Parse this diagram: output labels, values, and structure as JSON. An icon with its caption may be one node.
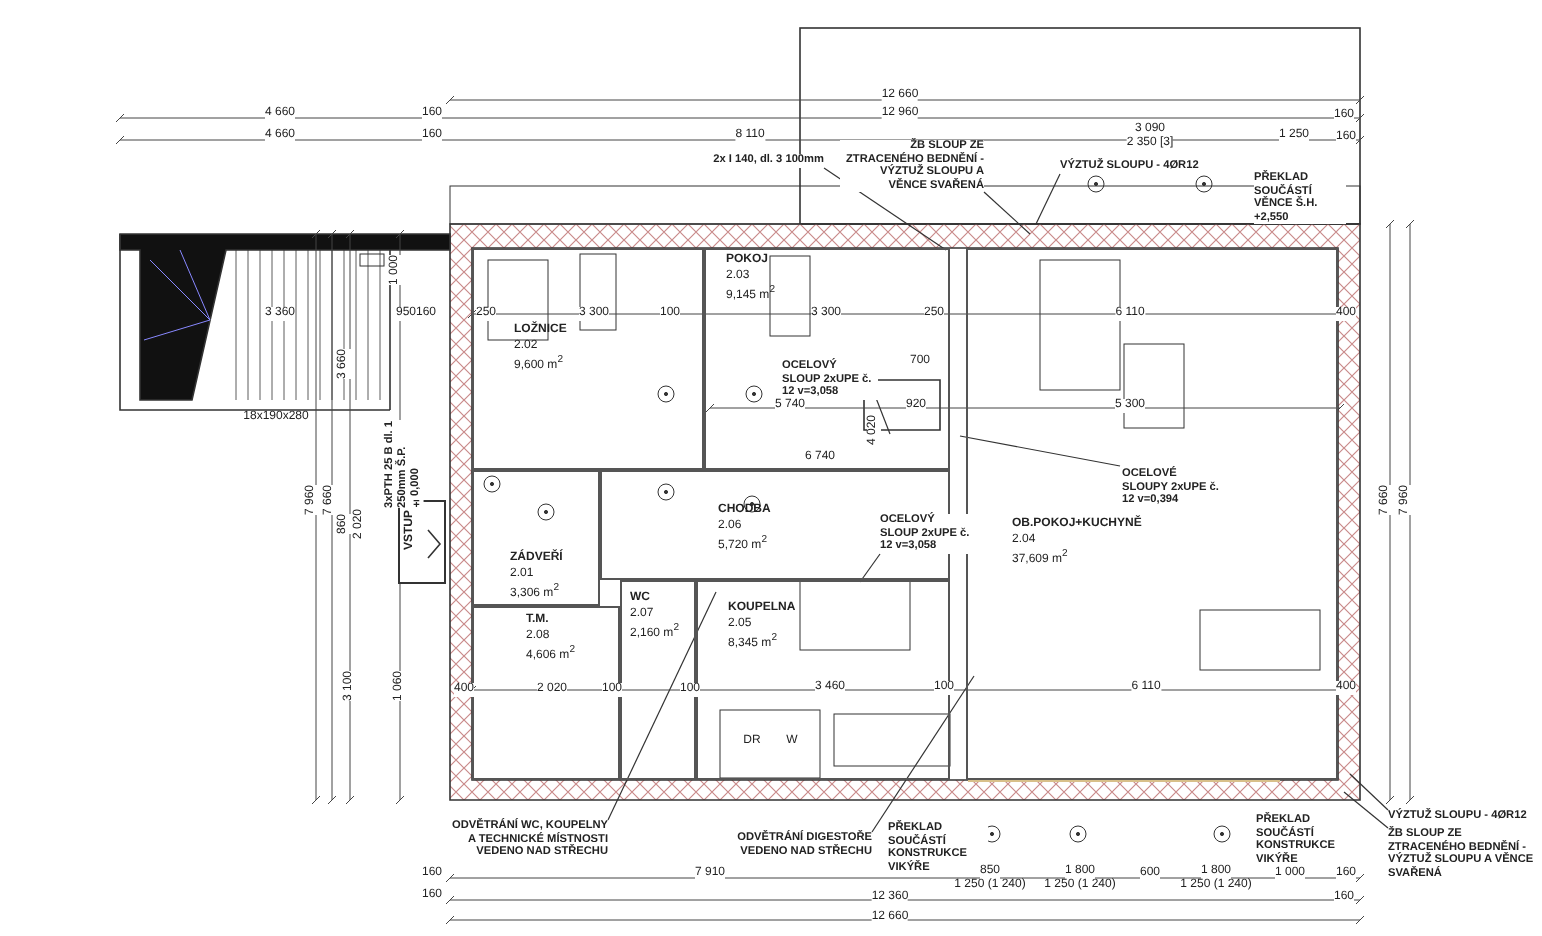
{
  "diagram": {
    "nodes": [
      {
        "text": [
          "LOŽNICE",
          "2.02",
          "9,600 m$^{2}$"
        ]
      },
      {
        "text": [
          "POKOJ",
          "2.03",
          "9,145 m$^{2}$"
        ]
      },
      {
        "text": [
          "CHODBA",
          "2.06",
          "5,720 m$^{2}$"
        ]
      },
      {
        "text": [
          "ZÁDVEŘÍ",
          "2.01",
          "3,306 m$^{2}$"
        ]
      },
      {
        "text": [
          "T.M.",
          "2.08",
          "4,606 m$^{2}$"
        ]
      },
      {
        "text": [
          "WC",
          "2.07",
          "2,160 m$^{2}$"
        ]
      },
      {
        "text": [
          "KOUPELNA",
          "2.05",
          "8,345 m$^{2}$"
        ]
      },
      {
        "text": [
          "OB.POKOJ+KUCHYNĚ",
          "2.04",
          "37,609 m$^{2}$"
        ]
      },
      {
        "text": [
          "2x I 140, dl. 3 100mm"
        ]
      },
      {
        "text": [
          "ŽB SLOUP ZE ZTRACENÉHO BEDNĚNÍ - VÝZTUŽ SLOUPU A VĚNCE SVAŘENÁ"
        ]
      },
      {
        "text": [
          "VÝZTUŽ SLOUPU - 4ØR12"
        ]
      },
      {
        "text": [
          "OCELOVÝ SLOUP 2xUPE č. 12 v=3,058"
        ],
        "in": 1
      },
      {
        "text": [
          "OCELOVÉ SLOUPY 2xUPE č. 12 v=0,394"
        ],
        "in": 7
      },
      {
        "text": [
          "OCELOVÝ SLOUP 2xUPE č. 12 v=3,058"
        ]
      },
      {
        "text": [
          "VSTUP"
        ]
      },
      {
        "text": [
          "ODVĚTRÁNÍ WC, KOUPELNY A TECHNICKÉ MÍSTNOSTI VEDENO NAD STŘECHU"
        ]
      },
      {
        "text": [
          "ODVĚTRÁNÍ DIGESTOŘE VEDENO NAD STŘECHU"
        ]
      },
      {
        "text": [
          "VÝZTUŽ SLOUPU - 4ØR12"
        ]
      },
      {
        "text": [
          "ŽB SLOUP ZE ZTRACENÉHO BEDNĚNÍ - VÝZTUŽ SLOUPU A VĚNCE SVAŘENÁ"
        ]
      }
    ],
    "edges": [
      {
        "from": 8,
        "to": 1,
        "arrow": "none"
      },
      {
        "from": 9,
        "to": 7,
        "arrow": "none"
      },
      {
        "from": 10,
        "to": 7,
        "arrow": "none"
      },
      {
        "from": 11,
        "to": 1,
        "arrow": "none"
      },
      {
        "from": 12,
        "to": 1,
        "arrow": "none"
      },
      {
        "from": 13,
        "to": 2,
        "arrow": "none"
      },
      {
        "from": 15,
        "to": 6,
        "arrow": "none"
      },
      {
        "from": 16,
        "to": 7,
        "arrow": "none"
      },
      {
        "from": 17,
        "to": 7,
        "arrow": "none"
      },
      {
        "from": 18,
        "to": 7,
        "arrow": "none"
      }
    ],
    "labels": [
      "12 660",
      "4 660",
      "160",
      "12 960",
      "160",
      "4 660",
      "160",
      "8 110",
      "3 090",
      "2 350 [3]",
      "1 250",
      "160",
      "PŘEKLAD SOUČÁSTÍ VĚNCE Š.H. +2,550",
      "1 000",
      "3 360",
      "950",
      "160",
      "250",
      "3 300",
      "100",
      "3 300",
      "250",
      "6 110",
      "400",
      "3 660",
      "18x190x280",
      "3xPTH 25 B dl. 1 250mm Š.P. ±0,000",
      "5 740",
      "700",
      "920",
      "5 300",
      "4 020",
      "6 740",
      "7 960",
      "7 660",
      "860",
      "2 020",
      "7 660",
      "7 960",
      "3 100",
      "1 060",
      "400",
      "2 020",
      "100",
      "100",
      "3 460",
      "100",
      "6 110",
      "400",
      "DR",
      "W",
      "PŘEKLAD SOUČÁSTÍ KONSTRUKCE VIKÝŘE",
      "PŘEKLAD SOUČÁSTÍ KONSTRUKCE VIKÝŘE",
      "160",
      "7 910",
      "850",
      "1 250 (1 240)",
      "1 800",
      "1 250 (1 240)",
      "600",
      "1 800",
      "1 250 (1 240)",
      "1 000",
      "160",
      "160",
      "12 360",
      "160",
      "12 660"
    ]
  }
}
